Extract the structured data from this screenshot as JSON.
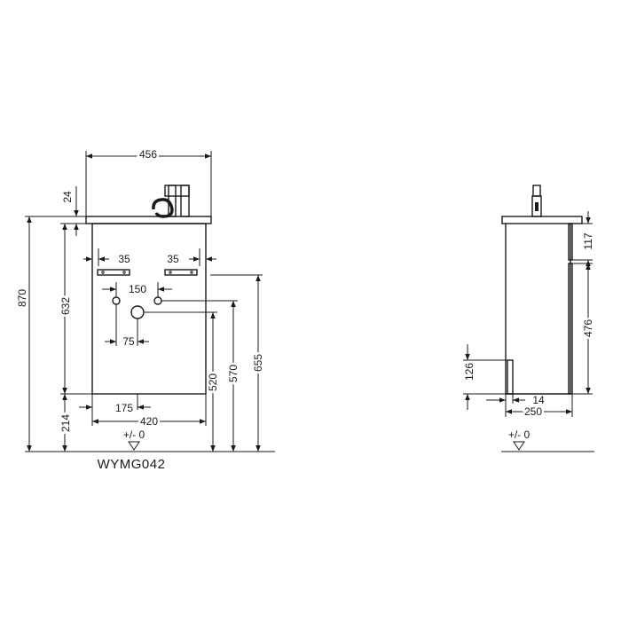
{
  "model_code": "WYMG042",
  "floor_label": "+/- 0",
  "front_view": {
    "dims": {
      "overall_width": "456",
      "top_thickness": "24",
      "overall_height": "870",
      "cabinet_height": "632",
      "plinth_height": "214",
      "bracket_left_offset": "35",
      "bracket_right_offset": "35",
      "bracket_spacing": "150",
      "waste_offset": "75",
      "waste_to_left": "175",
      "cabinet_width": "420",
      "waste_height": "520",
      "supply_height": "570",
      "bracket_height": "655"
    }
  },
  "side_view": {
    "dims": {
      "top_drawer_height": "117",
      "door_height": "476",
      "kick_height": "126",
      "gap": "14",
      "depth": "250"
    }
  }
}
